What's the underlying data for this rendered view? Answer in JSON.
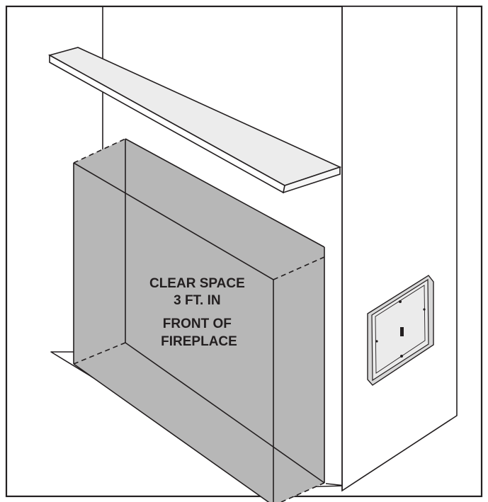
{
  "diagram": {
    "label_lines": [
      "CLEAR SPACE",
      "3 FT. IN",
      "FRONT OF",
      "FIREPLACE"
    ]
  },
  "colors": {
    "outline": "#231f20",
    "shelf": "#ececec",
    "clear_space": "#b7b7b7",
    "wall": "#ffffff",
    "panel": "#ebebeb"
  }
}
